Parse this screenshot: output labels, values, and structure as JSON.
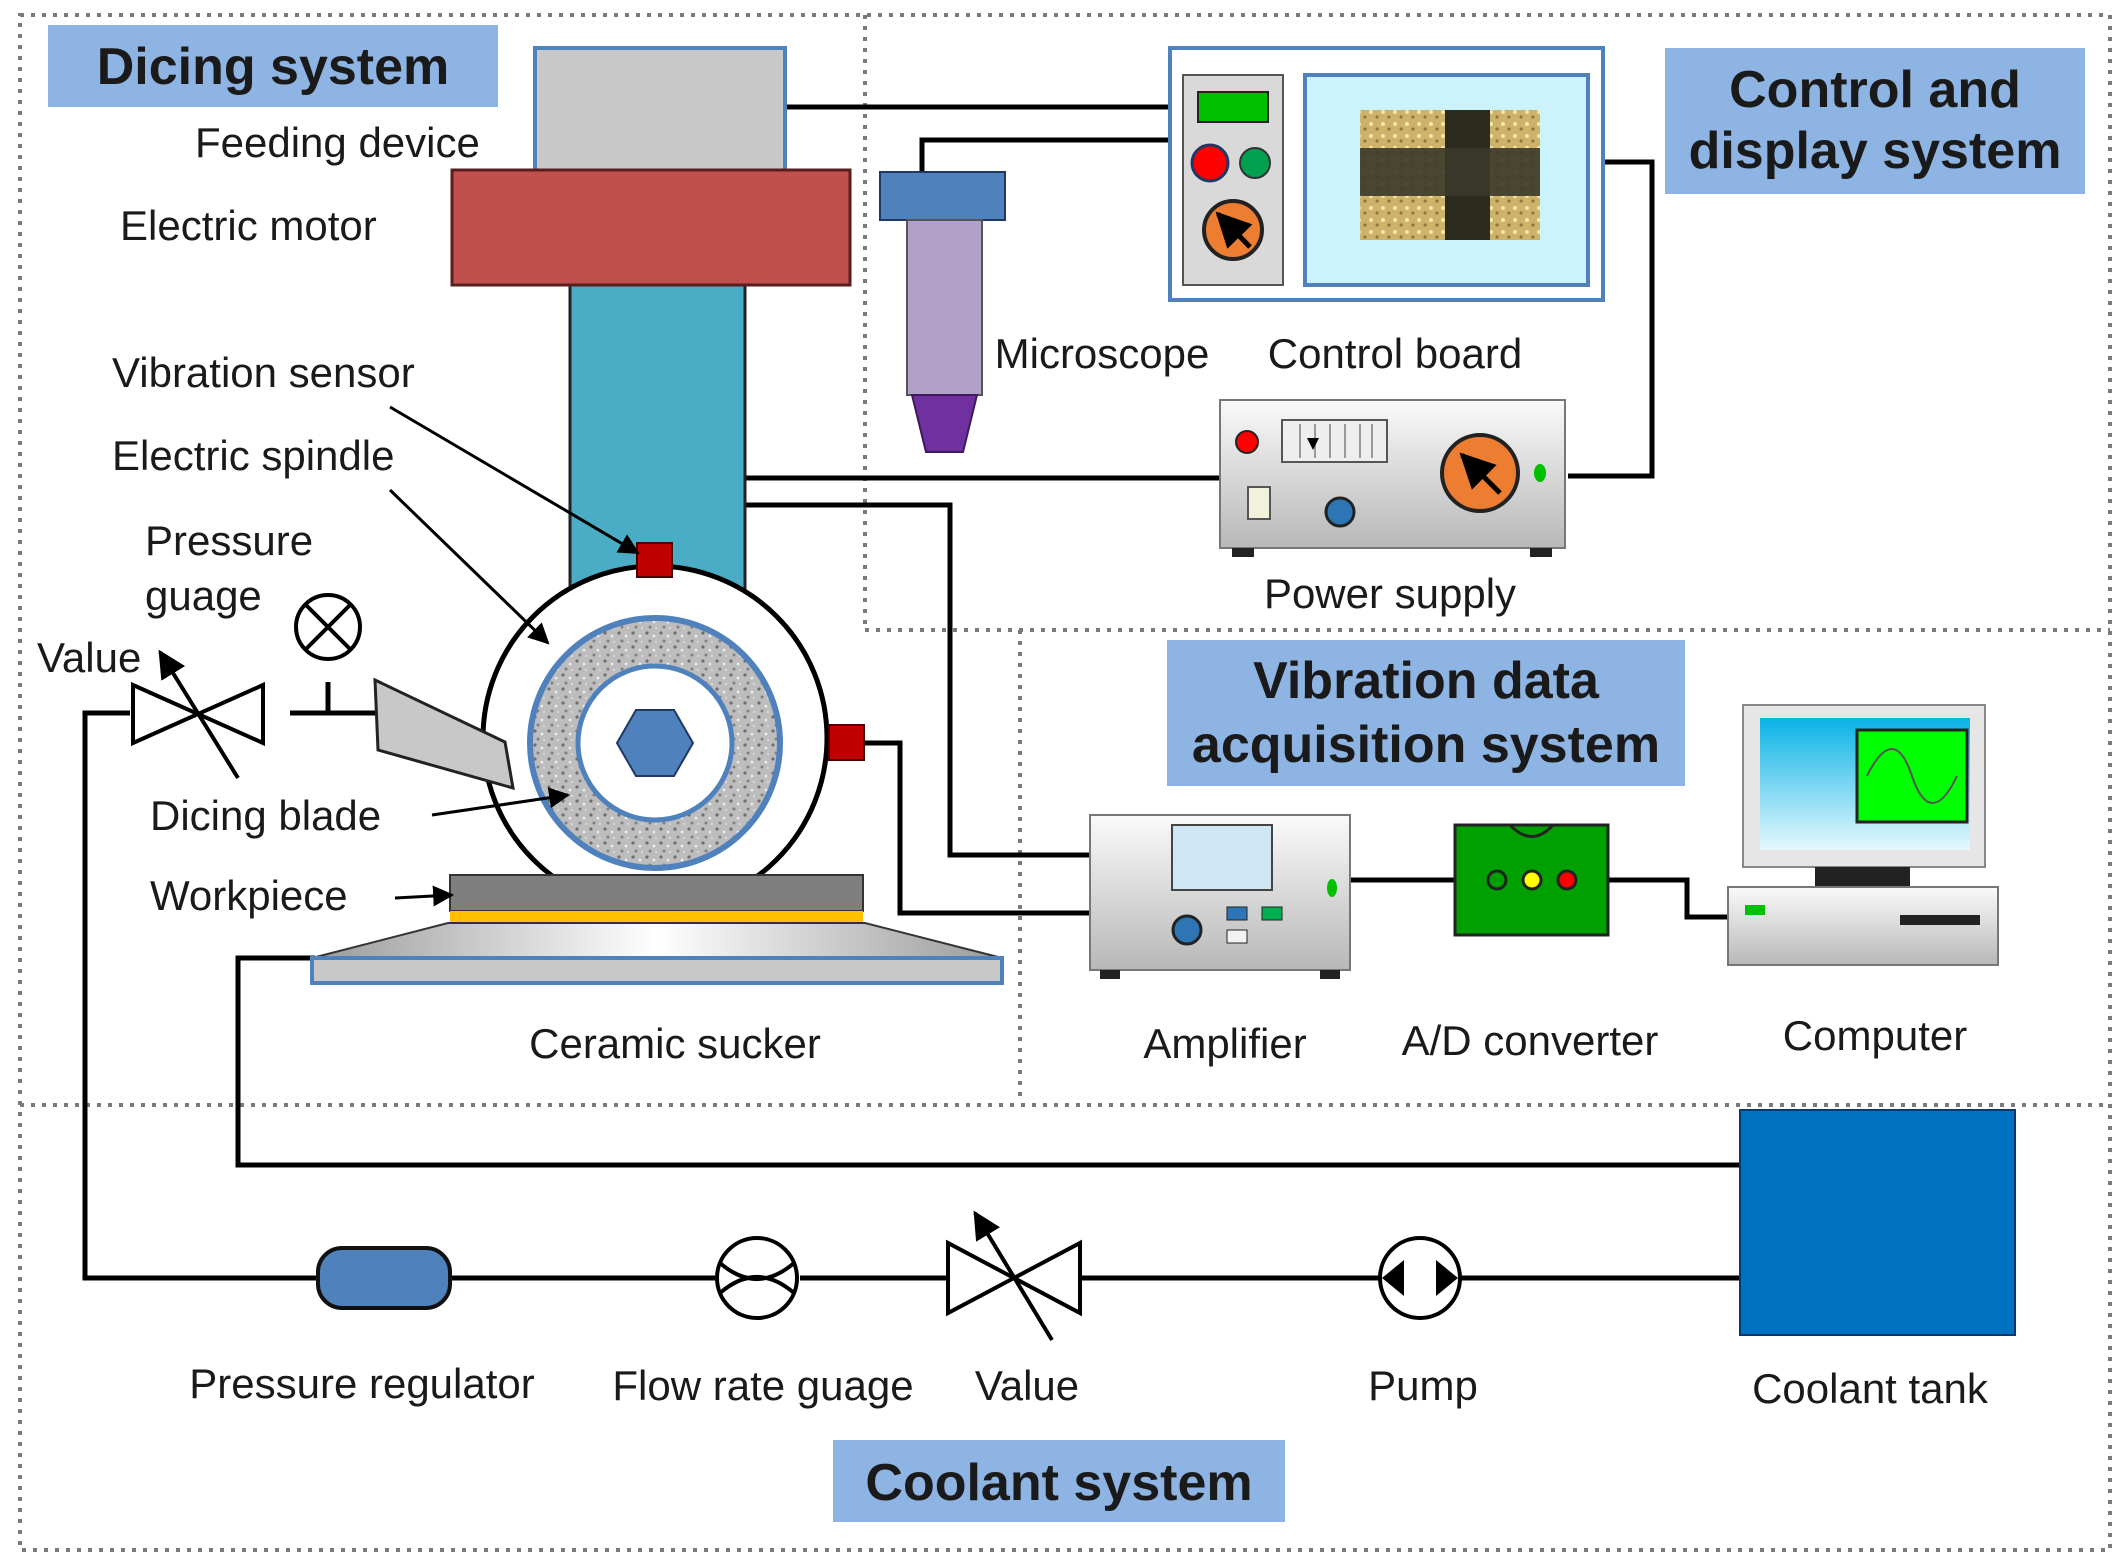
{
  "sections": {
    "dicing": "Dicing system",
    "control_line1": "Control and",
    "control_line2": "display system",
    "vibration_line1": "Vibration data",
    "vibration_line2": "acquisition system",
    "coolant": "Coolant system"
  },
  "labels": {
    "feeding_device": "Feeding device",
    "electric_motor": "Electric motor",
    "vibration_sensor": "Vibration  sensor",
    "electric_spindle": "Electric spindle",
    "pressure_gauge_line1": "Pressure",
    "pressure_gauge_line2": "guage",
    "valve_top": "Value",
    "dicing_blade": "Dicing blade",
    "workpiece": "Workpiece",
    "ceramic_sucker": "Ceramic  sucker",
    "microscope": "Microscope",
    "control_board": "Control  board",
    "power_supply": "Power  supply",
    "amplifier": "Amplifier",
    "ad_converter": "A/D converter",
    "computer": "Computer",
    "pressure_regulator": "Pressure regulator",
    "flow_rate_gauge": "Flow rate guage",
    "valve_bottom": "Value",
    "pump": "Pump",
    "coolant_tank": "Coolant  tank"
  },
  "colors": {
    "section_label_bg": "#8eb4e3",
    "motor": "#c0504d",
    "spindle_column": "#4bacc6",
    "feeding_device": "#c8c8c8",
    "coolant_tank": "#0070c0",
    "pressure_regulator": "#4f81bd",
    "microscope_body": "#b1a0c7",
    "microscope_tip": "#7030a0",
    "sensor": "#c00000",
    "ad_converter": "#00a000",
    "workpiece_stripe": "#ffc000",
    "screen": "#ccf2fb"
  }
}
